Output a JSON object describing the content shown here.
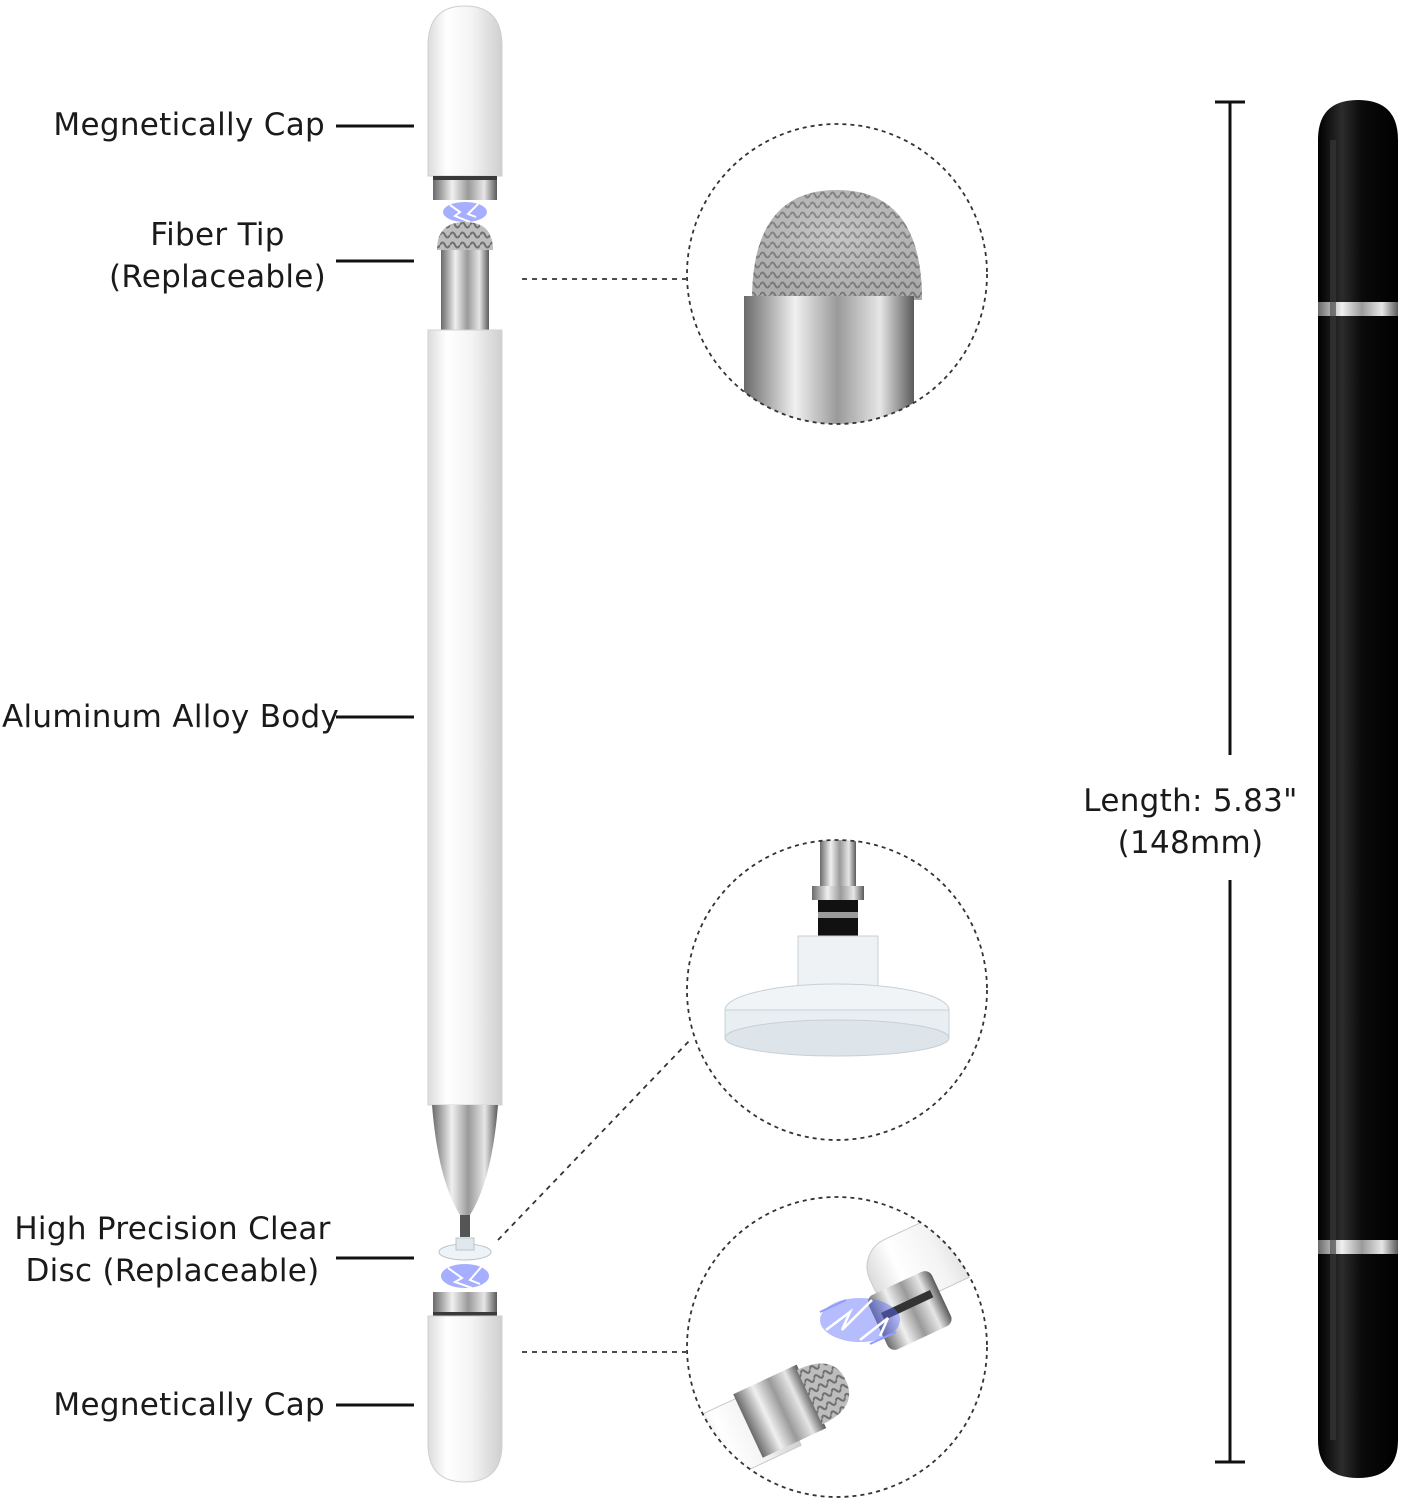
{
  "labels": {
    "cap_top": "Megnetically Cap",
    "fiber_tip_line1": "Fiber Tip",
    "fiber_tip_line2": "(Replaceable)",
    "body": "Aluminum Alloy Body",
    "disc_line1": "High Precision Clear",
    "disc_line2": "Disc (Replaceable)",
    "cap_bottom": "Megnetically Cap"
  },
  "dimension": {
    "line1": "Length: 5.83\"",
    "line2": "(148mm)"
  },
  "colors": {
    "white_pen": "#f4f4f4",
    "black_pen": "#0d0d0d",
    "metal": "#b8b8b8",
    "spark": "#5b6cff"
  }
}
